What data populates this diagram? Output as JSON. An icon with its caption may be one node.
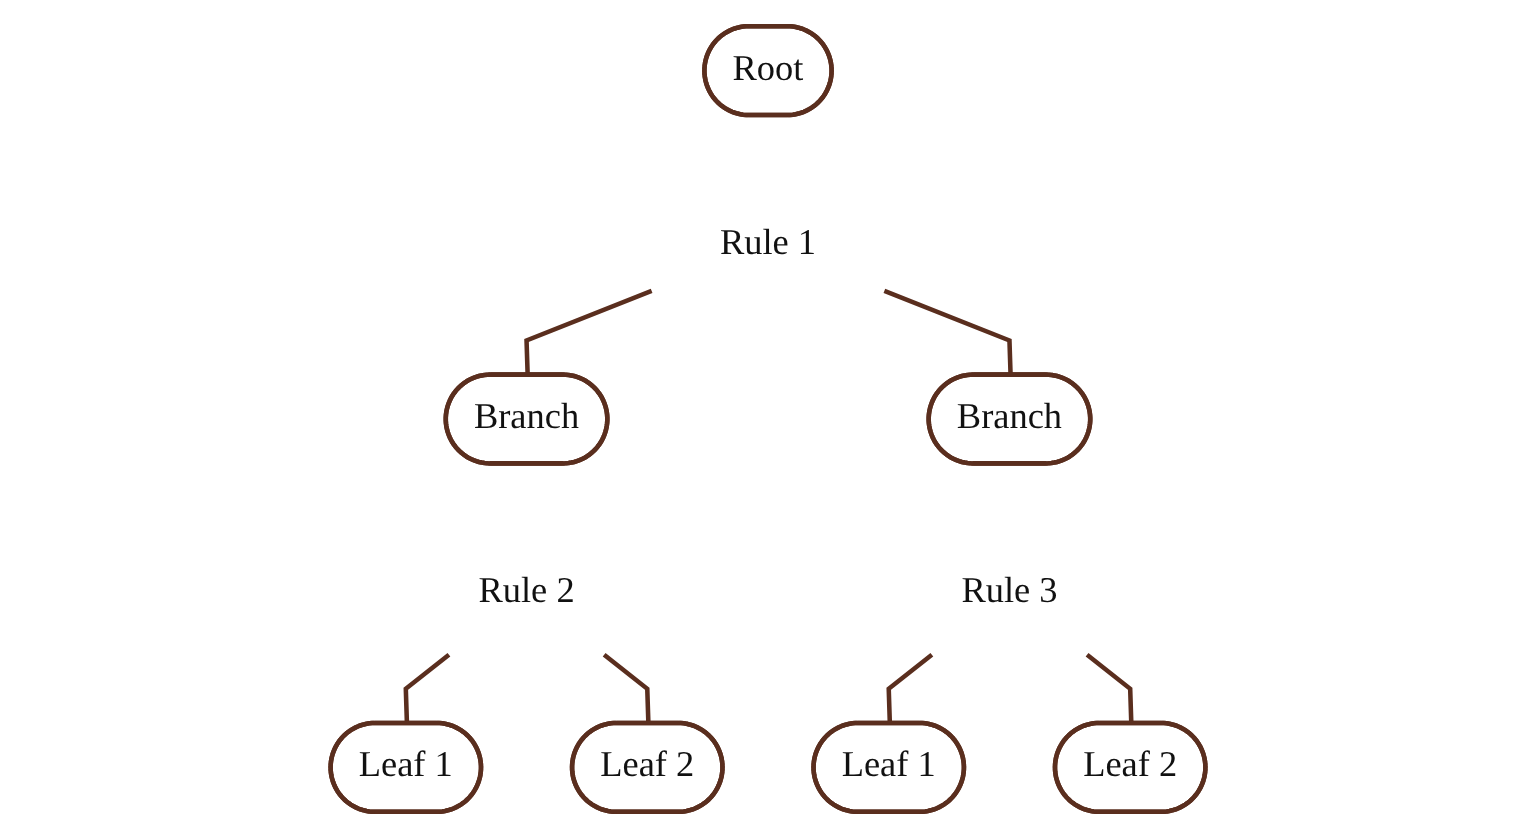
{
  "diagram": {
    "nodes": [
      {
        "text": [
          "Root"
        ]
      },
      {
        "text": [
          "Rule 1"
        ]
      },
      {
        "text": [
          "Branch"
        ]
      },
      {
        "text": [
          "Branch"
        ]
      },
      {
        "text": [
          "Rule 2"
        ]
      },
      {
        "text": [
          "Rule 3"
        ]
      },
      {
        "text": [
          "Leaf 1"
        ]
      },
      {
        "text": [
          "Leaf 2"
        ]
      },
      {
        "text": [
          "Leaf 1"
        ]
      },
      {
        "text": [
          "Leaf 2"
        ]
      }
    ],
    "edges": [
      {
        "from": 1,
        "to": 2,
        "arrow": "none"
      },
      {
        "from": 1,
        "to": 3,
        "arrow": "none"
      },
      {
        "from": 4,
        "to": 6,
        "arrow": "none"
      },
      {
        "from": 4,
        "to": 7,
        "arrow": "none"
      },
      {
        "from": 5,
        "to": 8,
        "arrow": "none"
      },
      {
        "from": 5,
        "to": 9,
        "arrow": "none"
      }
    ]
  }
}
